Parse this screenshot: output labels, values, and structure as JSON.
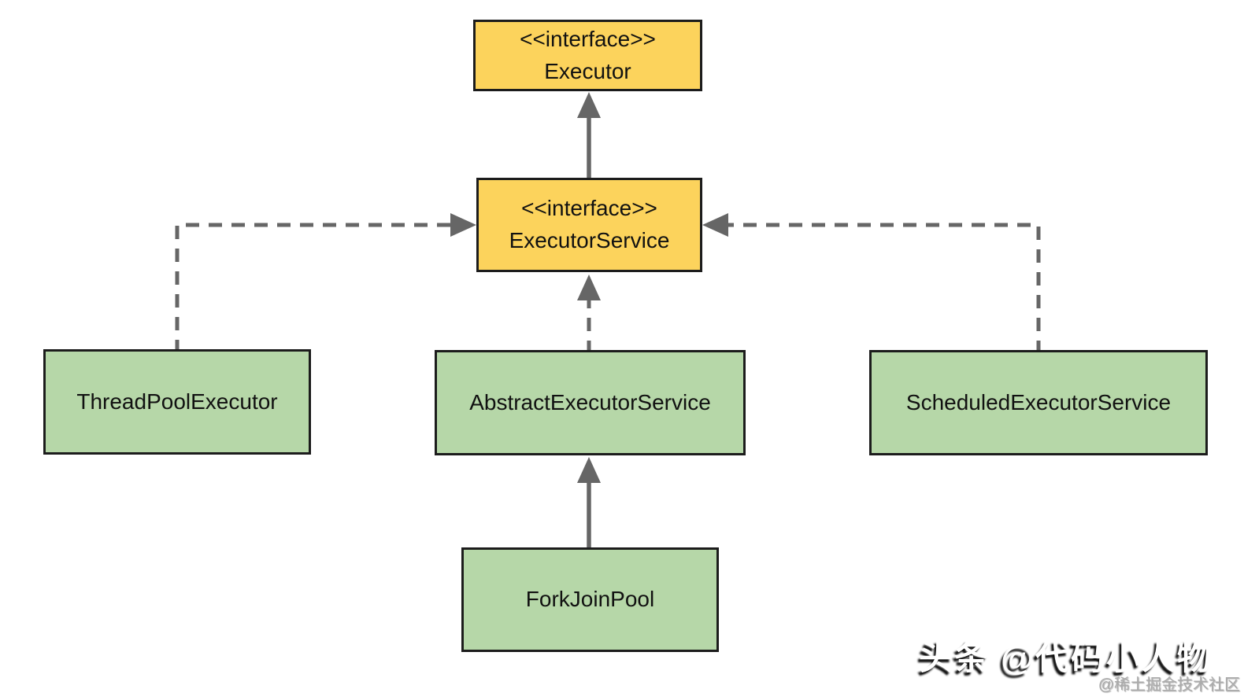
{
  "diagram": {
    "nodes": [
      {
        "id": "executor",
        "type": "interface",
        "stereotype": "<<interface>>",
        "name": "Executor"
      },
      {
        "id": "executor-service",
        "type": "interface",
        "stereotype": "<<interface>>",
        "name": "ExecutorService"
      },
      {
        "id": "thread-pool-executor",
        "type": "class",
        "name": "ThreadPoolExecutor"
      },
      {
        "id": "abstract-executor-service",
        "type": "class",
        "name": "AbstractExecutorService"
      },
      {
        "id": "scheduled-executor-service",
        "type": "class",
        "name": "ScheduledExecutorService"
      },
      {
        "id": "fork-join-pool",
        "type": "class",
        "name": "ForkJoinPool"
      }
    ],
    "edges": [
      {
        "from": "ExecutorService",
        "to": "Executor",
        "line": "solid",
        "arrowhead": "filled-triangle"
      },
      {
        "from": "ThreadPoolExecutor",
        "to": "ExecutorService",
        "line": "dashed",
        "arrowhead": "filled-triangle"
      },
      {
        "from": "AbstractExecutorService",
        "to": "ExecutorService",
        "line": "dashed",
        "arrowhead": "filled-triangle"
      },
      {
        "from": "ScheduledExecutorService",
        "to": "ExecutorService",
        "line": "dashed",
        "arrowhead": "filled-triangle"
      },
      {
        "from": "ForkJoinPool",
        "to": "AbstractExecutorService",
        "line": "solid",
        "arrowhead": "filled-triangle"
      }
    ],
    "colors": {
      "interface_fill": "#fcd35c",
      "class_fill": "#b6d7a8",
      "border": "#1c1c1c",
      "arrow": "#666666",
      "background": "#ffffff"
    }
  },
  "watermark": {
    "main": "头条 @代码小人物",
    "sub": "@稀土掘金技术社区"
  }
}
